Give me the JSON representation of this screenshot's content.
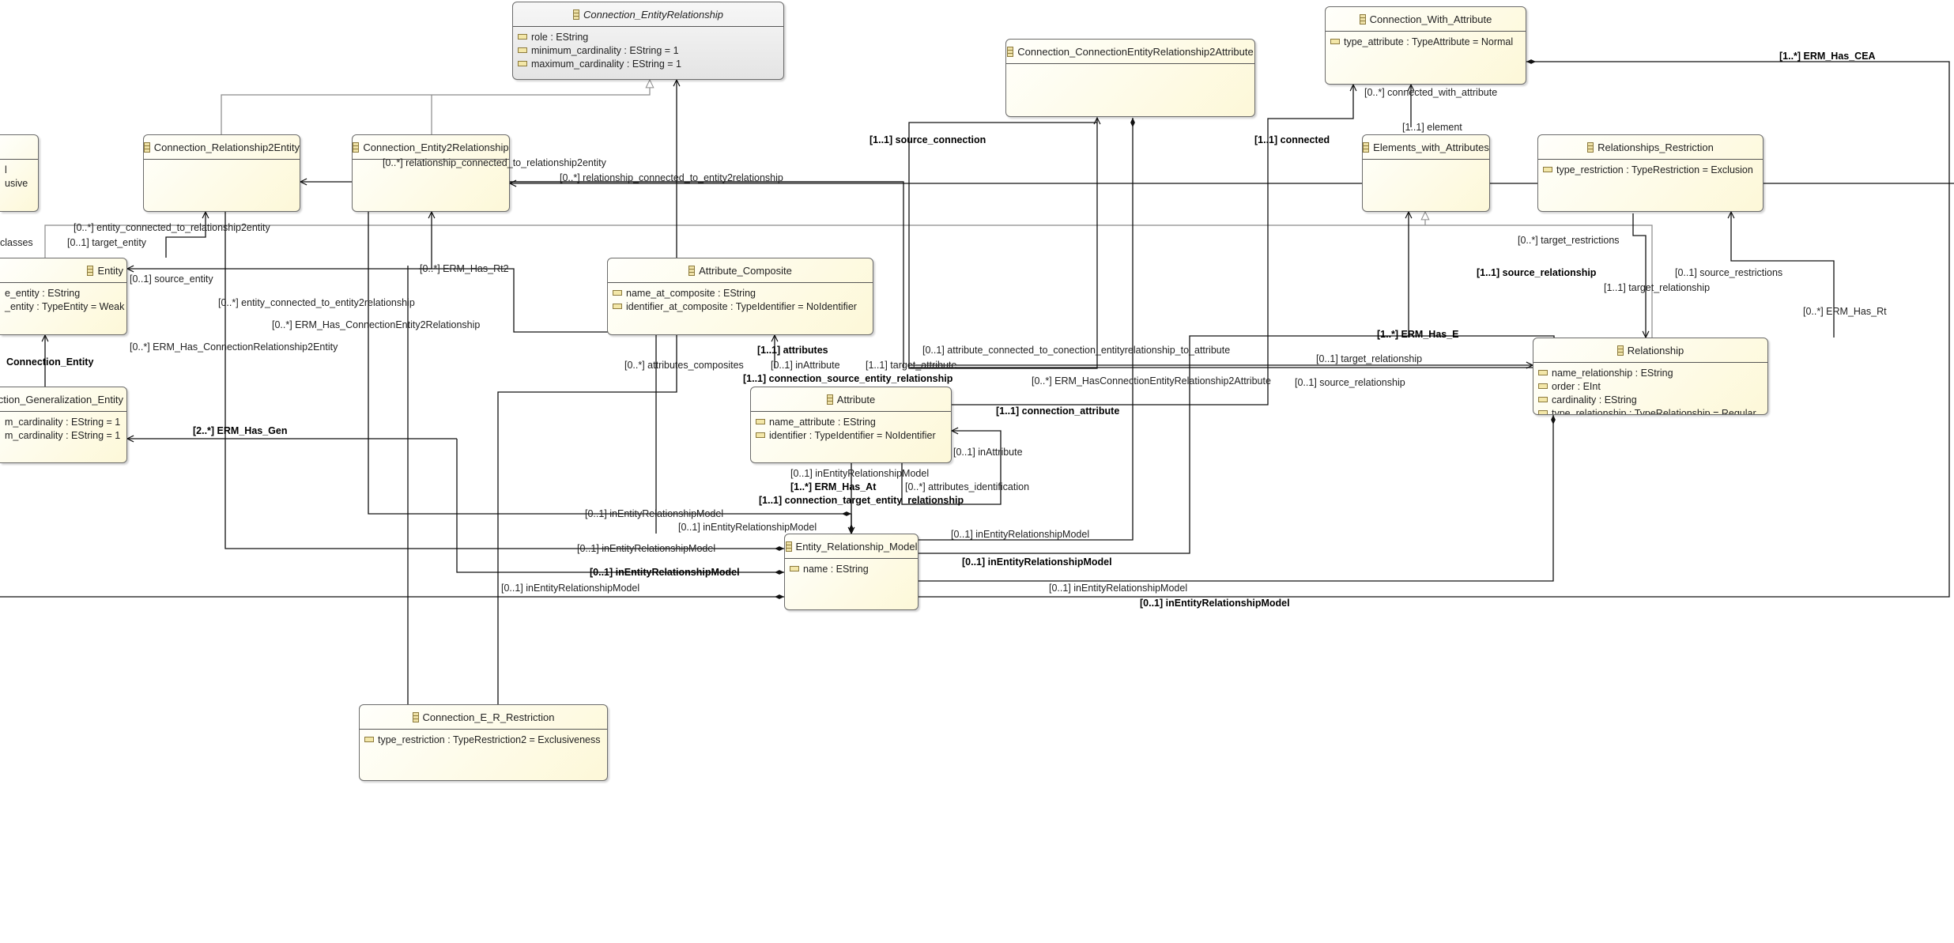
{
  "boxes": [
    {
      "name": "",
      "attributes": [
        "l",
        "usive"
      ]
    },
    {
      "name": "Connection_EntityRelationship",
      "abstract": true,
      "attributes": [
        "role : EString",
        "minimum_cardinality : EString = 1",
        "maximum_cardinality : EString = 1"
      ]
    },
    {
      "name": "Connection_Relationship2Entity",
      "attributes": []
    },
    {
      "name": "Connection_Entity2Relationship",
      "attributes": []
    },
    {
      "name": "Entity",
      "attributes": [
        "e_entity : EString",
        "_entity : TypeEntity = Weak"
      ]
    },
    {
      "name": "ction_Generalization_Entity",
      "attributes": [
        "m_cardinality : EString = 1",
        "m_cardinality : EString = 1"
      ]
    },
    {
      "name": "Attribute_Composite",
      "attributes": [
        "name_at_composite : EString",
        "identifier_at_composite : TypeIdentifier = NoIdentifier"
      ]
    },
    {
      "name": "Attribute",
      "attributes": [
        "name_attribute : EString",
        "identifier : TypeIdentifier = NoIdentifier"
      ]
    },
    {
      "name": "Entity_Relationship_Model",
      "attributes": [
        "name : EString"
      ]
    },
    {
      "name": "Connection_E_R_Restriction",
      "attributes": [
        "type_restriction : TypeRestriction2 = Exclusiveness"
      ]
    },
    {
      "name": "Connection_ConnectionEntityRelationship2Attribute",
      "attributes": []
    },
    {
      "name": "Connection_With_Attribute",
      "attributes": [
        "type_attribute : TypeAttribute = Normal"
      ]
    },
    {
      "name": "Elements_with_Attributes",
      "attributes": []
    },
    {
      "name": "Relationships_Restriction",
      "attributes": [
        "type_restriction : TypeRestriction = Exclusion"
      ]
    },
    {
      "name": "Relationship",
      "attributes": [
        "name_relationship : EString",
        "order : EInt",
        "cardinality : EString",
        "type_relationship : TypeRelationship = Regular"
      ]
    }
  ],
  "labels": [
    {
      "text": "[0..*] relationship_connected_to_relationship2entity",
      "bold": false
    },
    {
      "text": "[0..*] relationship_connected_to_entity2relationship",
      "bold": false
    },
    {
      "text": "[0..*] entity_connected_to_relationship2entity",
      "bold": false
    },
    {
      "text": "[0..1] target_entity",
      "bold": false
    },
    {
      "text": "classes",
      "bold": false
    },
    {
      "text": "[0..1] source_entity",
      "bold": false
    },
    {
      "text": "[0..*] ERM_Has_Rt2",
      "bold": false
    },
    {
      "text": "[0..*] entity_connected_to_entity2relationship",
      "bold": false
    },
    {
      "text": "[0..*] ERM_Has_ConnectionEntity2Relationship",
      "bold": false
    },
    {
      "text": "[0..*] ERM_Has_ConnectionRelationship2Entity",
      "bold": false
    },
    {
      "text": "Connection_Entity",
      "bold": true
    },
    {
      "text": "[2..*] ERM_Has_Gen",
      "bold": true
    },
    {
      "text": "[0..*] attributes_composites",
      "bold": false
    },
    {
      "text": "[1..1] attributes",
      "bold": true
    },
    {
      "text": "[0..1] inAttribute",
      "bold": false
    },
    {
      "text": "[1..1] target_attribute",
      "bold": false
    },
    {
      "text": "[1..1] connection_source_entity_relationship",
      "bold": true
    },
    {
      "text": "[0..1] attribute_connected_to_conection_entityrelationship_to_attribute",
      "bold": false
    },
    {
      "text": "[0..*] ERM_HasConnectionEntityRelationship2Attribute",
      "bold": false
    },
    {
      "text": "[1..1] connection_attribute",
      "bold": true
    },
    {
      "text": "[0..1] inAttribute",
      "bold": false
    },
    {
      "text": "[0..1] inEntityRelationshipModel",
      "bold": false
    },
    {
      "text": "[1..*] ERM_Has_At",
      "bold": true
    },
    {
      "text": "[1..1] connection_target_entity_relationship",
      "bold": true
    },
    {
      "text": "[0..*] attributes_identification",
      "bold": false
    },
    {
      "text": "[0..1] inEntityRelationshipModel",
      "bold": false
    },
    {
      "text": "[0..1] inEntityRelationshipModel",
      "bold": false
    },
    {
      "text": "[0..1] inEntityRelationshipModel",
      "bold": false
    },
    {
      "text": "[0..1] inEntityRelationshipModel",
      "bold": true
    },
    {
      "text": "[0..1] inEntityRelationshipModel",
      "bold": false
    },
    {
      "text": "[0..1] inEntityRelationshipModel",
      "bold": false
    },
    {
      "text": "[0..1] inEntityRelationshipModel",
      "bold": true
    },
    {
      "text": "[0..1] inEntityRelationshipModel",
      "bold": false
    },
    {
      "text": "[0..1] inEntityRelationshipModel",
      "bold": true
    },
    {
      "text": "[1..1] source_connection",
      "bold": true
    },
    {
      "text": "[1..1] connected",
      "bold": true
    },
    {
      "text": "[0..*] connected_with_attribute",
      "bold": false
    },
    {
      "text": "[1..1] element",
      "bold": false
    },
    {
      "text": "[1..*] ERM_Has_CEA",
      "bold": true
    },
    {
      "text": "[0..*] target_restrictions",
      "bold": false
    },
    {
      "text": "[1..1] source_relationship",
      "bold": true
    },
    {
      "text": "[0..1] source_restrictions",
      "bold": false
    },
    {
      "text": "[1..1] target_relationship",
      "bold": false
    },
    {
      "text": "[0..*] ERM_Has_Rt",
      "bold": false
    },
    {
      "text": "[1..*] ERM_Has_E",
      "bold": true
    },
    {
      "text": "[0..1] target_relationship",
      "bold": false
    },
    {
      "text": "[0..1] source_relationship",
      "bold": false
    }
  ]
}
